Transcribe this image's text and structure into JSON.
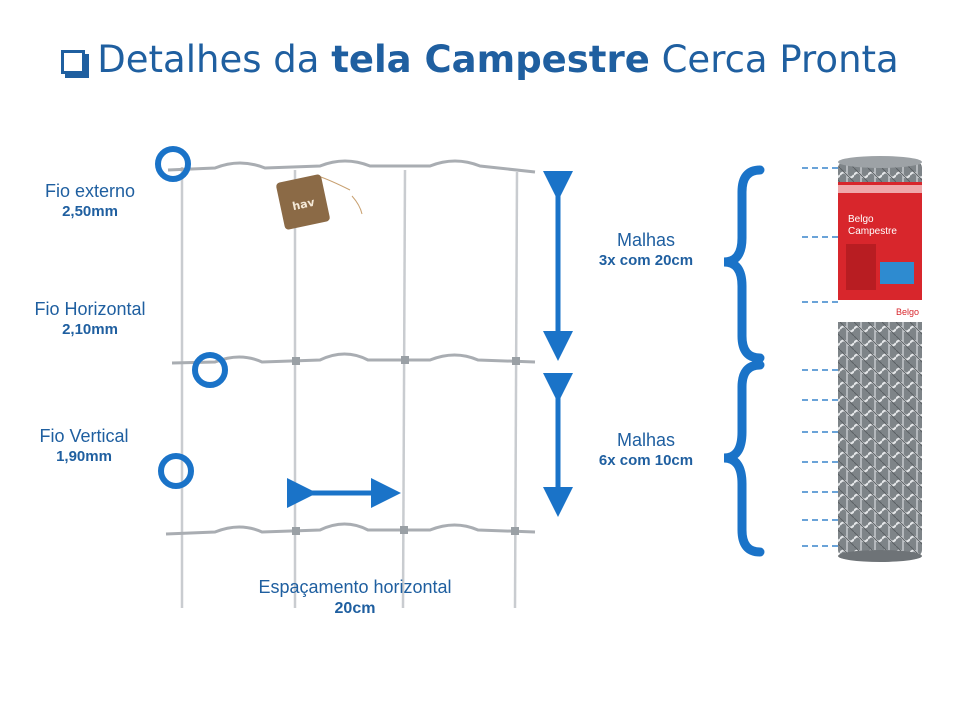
{
  "title": {
    "prefix": "Detalhes da",
    "bold": "tela Campestre",
    "suffix": "Cerca Pronta"
  },
  "wire_labels": [
    {
      "name": "Fio externo",
      "value": "2,50mm"
    },
    {
      "name": "Fio Horizontal",
      "value": "2,10mm"
    },
    {
      "name": "Fio Vertical",
      "value": "1,90mm"
    }
  ],
  "spacing": {
    "name": "Espaçamento horizontal",
    "value": "20cm"
  },
  "tag_text": "hav",
  "mesh_groups": [
    {
      "name": "Malhas",
      "value": "3x com 20cm"
    },
    {
      "name": "Malhas",
      "value": "6x com 10cm"
    }
  ],
  "roll_label": {
    "brand": "Belgo",
    "product": "Campestre",
    "footer": "Belgo"
  },
  "colors": {
    "accent": "#1f5fa0",
    "bright": "#1a73c8",
    "wire": "#b9bcc0",
    "roll_band": "#d8262c"
  }
}
